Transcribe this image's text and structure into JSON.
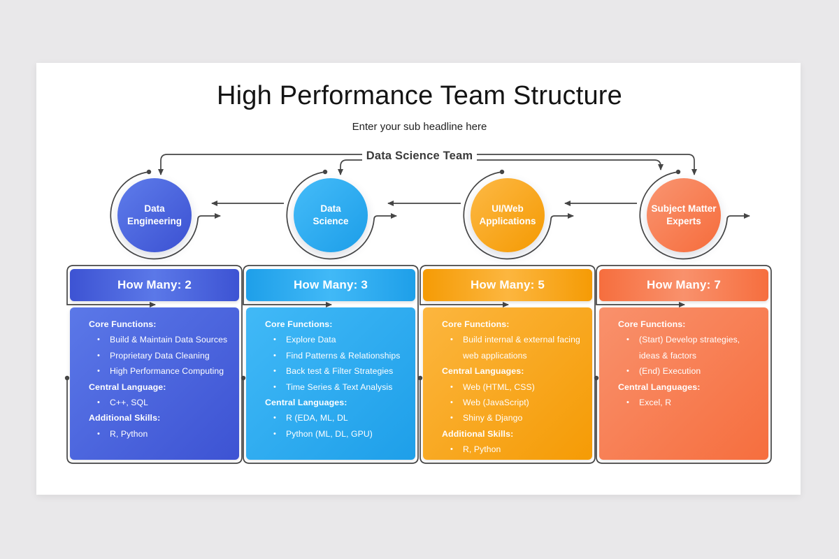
{
  "header": {
    "title": "High Performance Team Structure",
    "subtitle": "Enter your sub headline here",
    "team_label": "Data Science Team"
  },
  "line_color": "#454545",
  "teams": [
    {
      "circle_label": "Data\nEngineering",
      "how_many_label": "How Many: 2",
      "color_light": "#5B78E8",
      "color_dark": "#3D53D3",
      "sections": [
        {
          "heading": "Core Functions:",
          "items": [
            "Build & Maintain Data Sources",
            "Proprietary Data Cleaning",
            "High Performance Computing"
          ]
        },
        {
          "heading": "Central Language:",
          "items": [
            "C++, SQL"
          ]
        },
        {
          "heading": "Additional Skills:",
          "items": [
            "R, Python"
          ]
        }
      ]
    },
    {
      "circle_label": "Data\nScience",
      "how_many_label": "How Many: 3",
      "color_light": "#41B9F7",
      "color_dark": "#1E9FE9",
      "sections": [
        {
          "heading": "Core Functions:",
          "items": [
            "Explore Data",
            "Find Patterns & Relationships",
            "Back test & Filter Strategies",
            "Time Series & Text Analysis"
          ]
        },
        {
          "heading": "Central Languages:",
          "items": [
            "R (EDA, ML, DL",
            "Python (ML, DL, GPU)"
          ]
        }
      ]
    },
    {
      "circle_label": "UI/Web\nApplications",
      "how_many_label": "How Many: 5",
      "color_light": "#FCB63F",
      "color_dark": "#F59B05",
      "sections": [
        {
          "heading": "Core Functions:",
          "items": [
            "Build internal & external facing web applications"
          ]
        },
        {
          "heading": "Central Languages:",
          "items": [
            "Web (HTML, CSS)",
            "Web (JavaScript)",
            "Shiny & Django"
          ]
        },
        {
          "heading": "Additional Skills:",
          "items": [
            "R, Python"
          ]
        }
      ]
    },
    {
      "circle_label": "Subject Matter\nExperts",
      "how_many_label": "How Many: 7",
      "color_light": "#F9916C",
      "color_dark": "#F66E3E",
      "sections": [
        {
          "heading": "Core Functions:",
          "items": [
            "(Start) Develop strategies, ideas & factors",
            "(End) Execution"
          ]
        },
        {
          "heading": "Central Languages:",
          "items": [
            "Excel, R"
          ]
        }
      ]
    }
  ]
}
